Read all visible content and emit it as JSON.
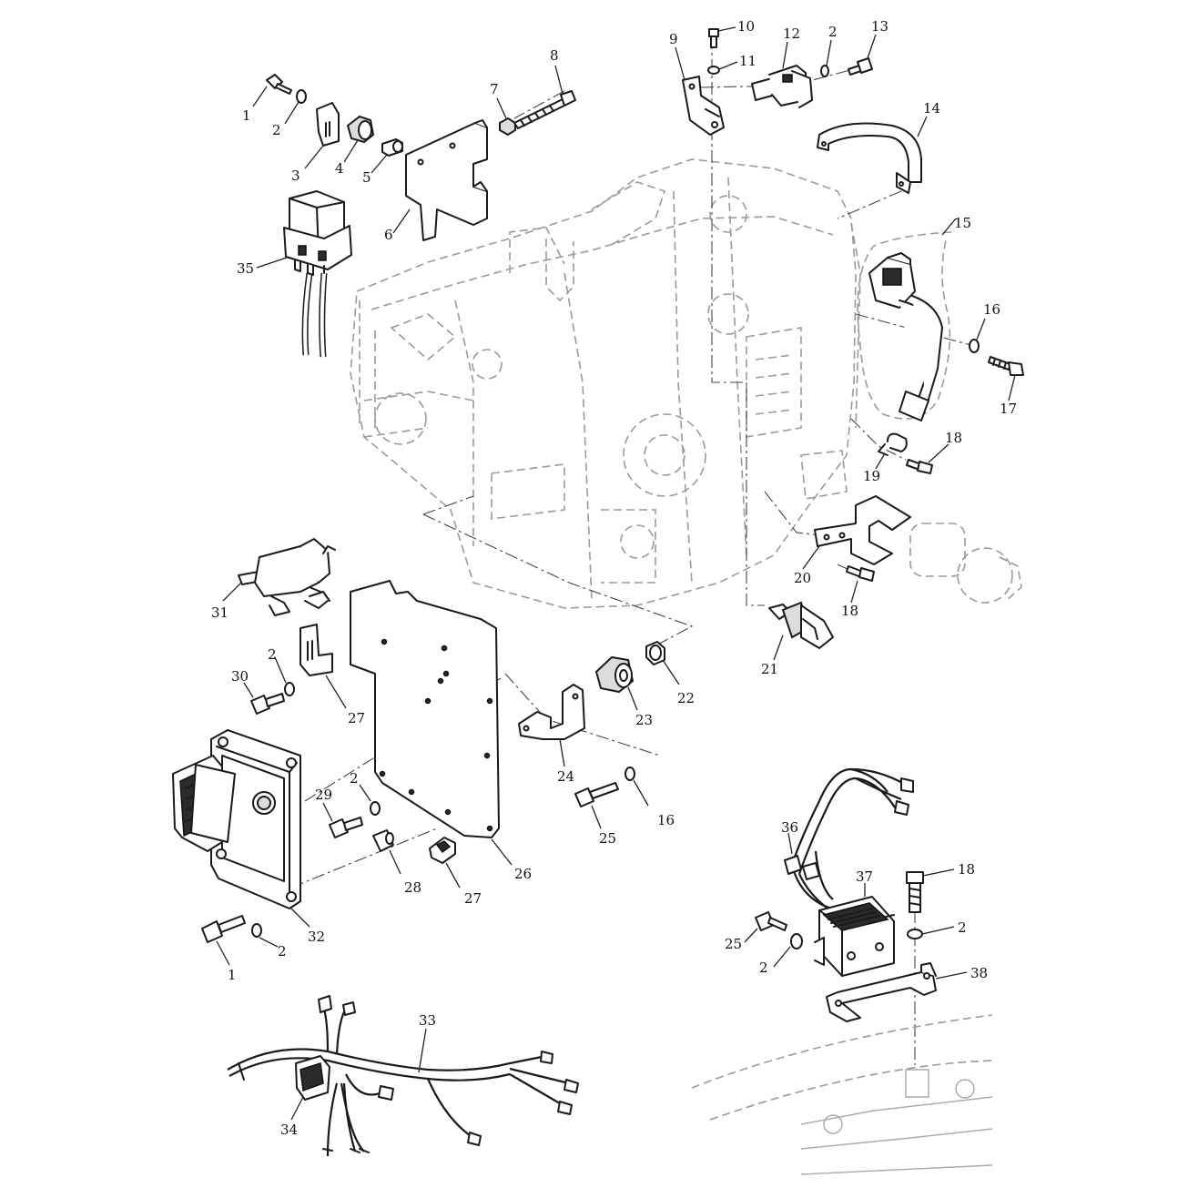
{
  "callouts": [
    {
      "id": "c1a",
      "label": "1"
    },
    {
      "id": "c2a",
      "label": "2"
    },
    {
      "id": "c3",
      "label": "3"
    },
    {
      "id": "c4",
      "label": "4"
    },
    {
      "id": "c5",
      "label": "5"
    },
    {
      "id": "c6",
      "label": "6"
    },
    {
      "id": "c7",
      "label": "7"
    },
    {
      "id": "c8",
      "label": "8"
    },
    {
      "id": "c9",
      "label": "9"
    },
    {
      "id": "c10",
      "label": "10"
    },
    {
      "id": "c11",
      "label": "11"
    },
    {
      "id": "c12",
      "label": "12"
    },
    {
      "id": "c2b",
      "label": "2"
    },
    {
      "id": "c13",
      "label": "13"
    },
    {
      "id": "c14",
      "label": "14"
    },
    {
      "id": "c15",
      "label": "15"
    },
    {
      "id": "c16a",
      "label": "16"
    },
    {
      "id": "c17",
      "label": "17"
    },
    {
      "id": "c18a",
      "label": "18"
    },
    {
      "id": "c19",
      "label": "19"
    },
    {
      "id": "c35",
      "label": "35"
    },
    {
      "id": "c20",
      "label": "20"
    },
    {
      "id": "c18b",
      "label": "18"
    },
    {
      "id": "c21",
      "label": "21"
    },
    {
      "id": "c22",
      "label": "22"
    },
    {
      "id": "c23",
      "label": "23"
    },
    {
      "id": "c24",
      "label": "24"
    },
    {
      "id": "c16b",
      "label": "16"
    },
    {
      "id": "c25a",
      "label": "25"
    },
    {
      "id": "c31",
      "label": "31"
    },
    {
      "id": "c2c",
      "label": "2"
    },
    {
      "id": "c30",
      "label": "30"
    },
    {
      "id": "c27a",
      "label": "27"
    },
    {
      "id": "c2d",
      "label": "2"
    },
    {
      "id": "c29",
      "label": "29"
    },
    {
      "id": "c28",
      "label": "28"
    },
    {
      "id": "c26",
      "label": "26"
    },
    {
      "id": "c27b",
      "label": "27"
    },
    {
      "id": "c32",
      "label": "32"
    },
    {
      "id": "c2e",
      "label": "2"
    },
    {
      "id": "c1b",
      "label": "1"
    },
    {
      "id": "c36",
      "label": "36"
    },
    {
      "id": "c37",
      "label": "37"
    },
    {
      "id": "c18c",
      "label": "18"
    },
    {
      "id": "c2f",
      "label": "2"
    },
    {
      "id": "c25b",
      "label": "25"
    },
    {
      "id": "c2g",
      "label": "2"
    },
    {
      "id": "c38",
      "label": "38"
    },
    {
      "id": "c33",
      "label": "33"
    },
    {
      "id": "c34",
      "label": "34"
    }
  ]
}
